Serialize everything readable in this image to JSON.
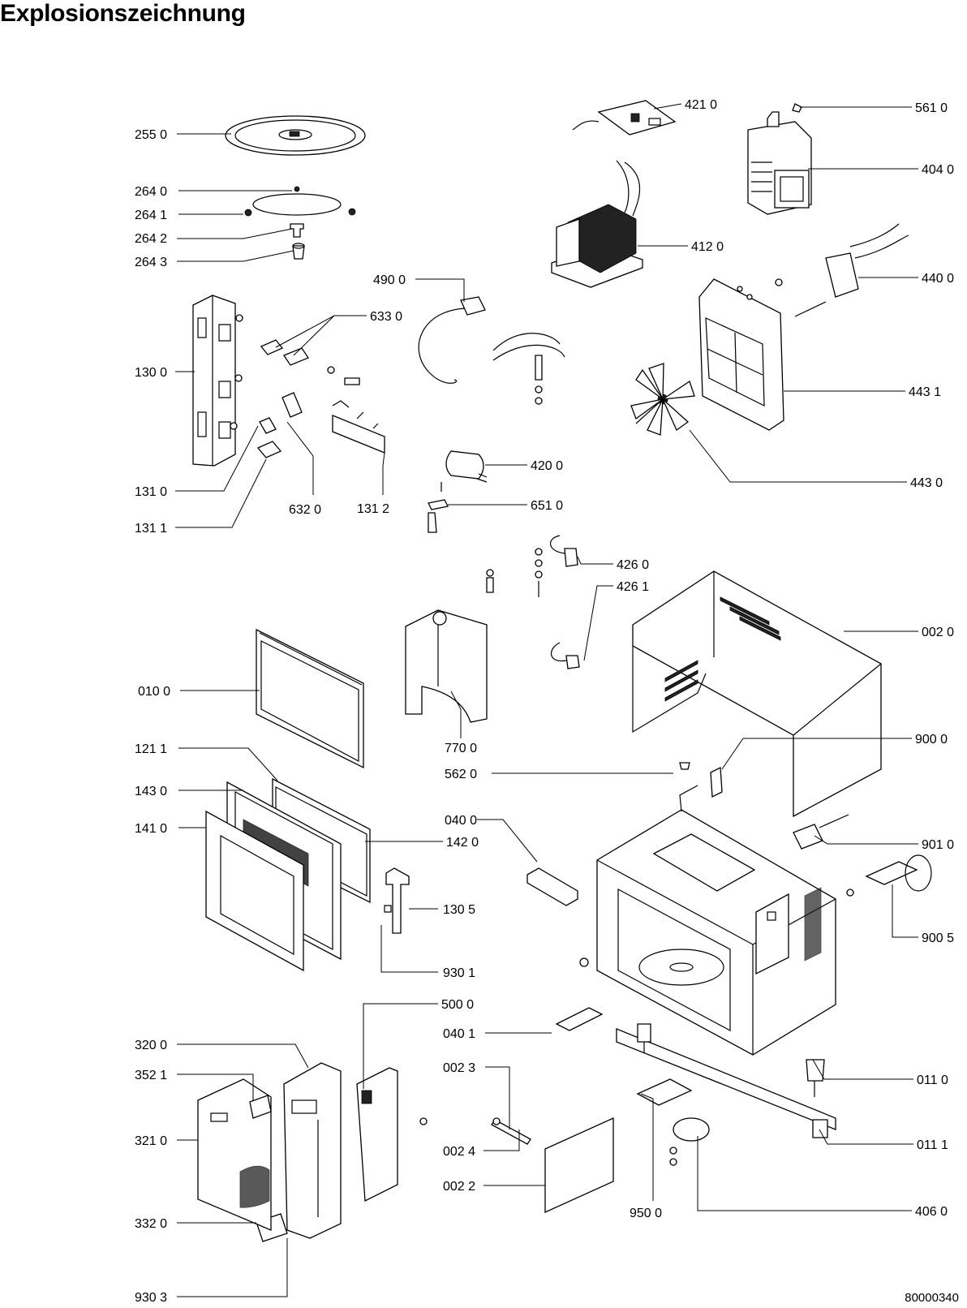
{
  "title": "Explosionszeichnung",
  "document_number": "80000340",
  "callouts": [
    {
      "id": "c2550",
      "label": "255 0"
    },
    {
      "id": "c2640",
      "label": "264 0"
    },
    {
      "id": "c2641",
      "label": "264 1"
    },
    {
      "id": "c2642",
      "label": "264 2"
    },
    {
      "id": "c2643",
      "label": "264 3"
    },
    {
      "id": "c1300",
      "label": "130 0"
    },
    {
      "id": "c6330",
      "label": "633 0"
    },
    {
      "id": "c1310",
      "label": "131 0"
    },
    {
      "id": "c1311",
      "label": "131 1"
    },
    {
      "id": "c6320",
      "label": "632 0"
    },
    {
      "id": "c1312",
      "label": "131 2"
    },
    {
      "id": "c4900",
      "label": "490 0"
    },
    {
      "id": "c4210",
      "label": "421 0"
    },
    {
      "id": "c4120",
      "label": "412 0"
    },
    {
      "id": "c5610",
      "label": "561 0"
    },
    {
      "id": "c4040",
      "label": "404 0"
    },
    {
      "id": "c4400",
      "label": "440 0"
    },
    {
      "id": "c4431",
      "label": "443 1"
    },
    {
      "id": "c4430",
      "label": "443 0"
    },
    {
      "id": "c4200",
      "label": "420 0"
    },
    {
      "id": "c6510",
      "label": "651 0"
    },
    {
      "id": "c4260",
      "label": "426 0"
    },
    {
      "id": "c4261",
      "label": "426 1"
    },
    {
      "id": "c0020",
      "label": "002 0"
    },
    {
      "id": "c0100",
      "label": "010 0"
    },
    {
      "id": "c7700",
      "label": "770 0"
    },
    {
      "id": "c9000",
      "label": "900 0"
    },
    {
      "id": "c5620",
      "label": "562 0"
    },
    {
      "id": "c1211",
      "label": "121 1"
    },
    {
      "id": "c1430",
      "label": "143 0"
    },
    {
      "id": "c1410",
      "label": "141 0"
    },
    {
      "id": "c0400",
      "label": "040 0"
    },
    {
      "id": "c1420",
      "label": "142 0"
    },
    {
      "id": "c9010",
      "label": "901 0"
    },
    {
      "id": "c1305",
      "label": "130 5"
    },
    {
      "id": "c9005",
      "label": "900 5"
    },
    {
      "id": "c9301",
      "label": "930 1"
    },
    {
      "id": "c5000",
      "label": "500 0"
    },
    {
      "id": "c0401",
      "label": "040 1"
    },
    {
      "id": "c3200",
      "label": "320 0"
    },
    {
      "id": "c0023",
      "label": "002 3"
    },
    {
      "id": "c0110",
      "label": "011 0"
    },
    {
      "id": "c3521",
      "label": "352 1"
    },
    {
      "id": "c3210",
      "label": "321 0"
    },
    {
      "id": "c0024",
      "label": "002 4"
    },
    {
      "id": "c0111",
      "label": "011 1"
    },
    {
      "id": "c0022",
      "label": "002 2"
    },
    {
      "id": "c9500",
      "label": "950 0"
    },
    {
      "id": "c4060",
      "label": "406 0"
    },
    {
      "id": "c3320",
      "label": "332 0"
    },
    {
      "id": "c9303",
      "label": "930 3"
    }
  ]
}
